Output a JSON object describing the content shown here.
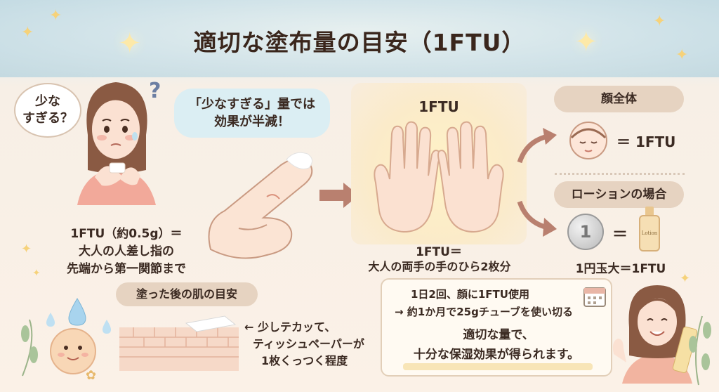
{
  "title": "適切な塗布量の目安（1FTU）",
  "left": {
    "thought_bubble": "少な\nすぎる？",
    "speech_bubble": "「少なすぎる」量では\n効果が半減！",
    "definition_line1": "1FTU（約0.5g）＝",
    "definition_line2": "大人の人差し指の",
    "definition_line3": "先端から第一関節まで"
  },
  "center": {
    "panel_label": "1FTU",
    "caption_line1": "1FTU＝",
    "caption_line2": "大人の両手の手のひら2枚分"
  },
  "right": {
    "face_header": "顔全体",
    "face_equation": "＝ 1FTU",
    "lotion_header": "ローションの場合",
    "coin_digit": "1",
    "lotion_bottle_label": "Lotion",
    "lotion_equals": "＝",
    "lotion_caption": "1円玉大＝1FTU"
  },
  "skin": {
    "header": "塗った後の肌の目安",
    "desc_line1": "← 少しテカッて、",
    "desc_line2": "ティッシュペーパーが",
    "desc_line3": "1枚くっつく程度"
  },
  "usage": {
    "line1": "1日2回、顔に1FTU使用",
    "line2": "→ 約1か月で25gチューブを使い切る",
    "line3": "適切な量で、",
    "line4": "十分な保湿効果が得られます。"
  },
  "colors": {
    "accent_arrow": "#b9806f",
    "pill_bg": "#e6d3c1",
    "speech_bg": "#dbeef3",
    "panel_glow": "#fff3c6"
  }
}
